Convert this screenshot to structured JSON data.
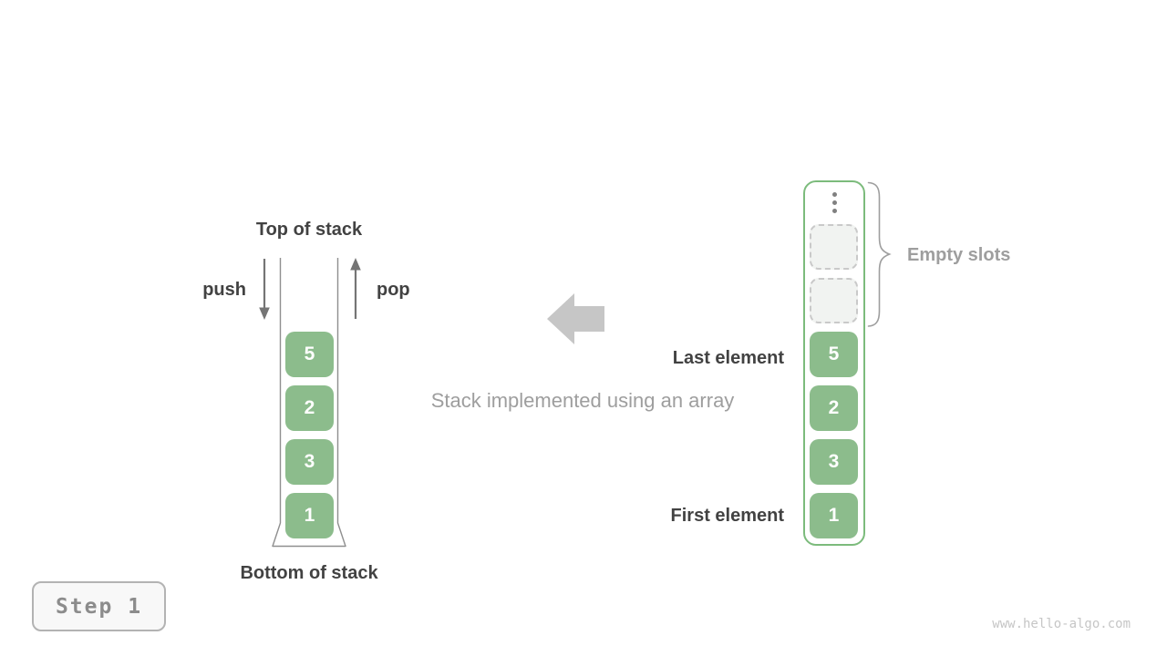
{
  "figure": {
    "stack": {
      "top_label": "Top of stack",
      "bottom_label": "Bottom of stack",
      "push_label": "push",
      "pop_label": "pop",
      "values": [
        "5",
        "2",
        "3",
        "1"
      ]
    },
    "caption": "Stack implemented using an array",
    "array": {
      "empty_slots_label": "Empty slots",
      "last_element_label": "Last element",
      "first_element_label": "First element",
      "empty_slot_count": 2,
      "values": [
        "5",
        "2",
        "3",
        "1"
      ]
    }
  },
  "footer": {
    "step_label": "Step 1",
    "watermark": "www.hello-algo.com"
  },
  "colors": {
    "cell_green": "#8cbc8c",
    "array_border_green": "#7cbb7c",
    "dark_text": "#424242",
    "gray_text": "#9e9e9e",
    "big_arrow_gray": "#c6c6c6",
    "small_arrow_gray": "#757575",
    "empty_slot_bg": "#f1f3f1"
  }
}
